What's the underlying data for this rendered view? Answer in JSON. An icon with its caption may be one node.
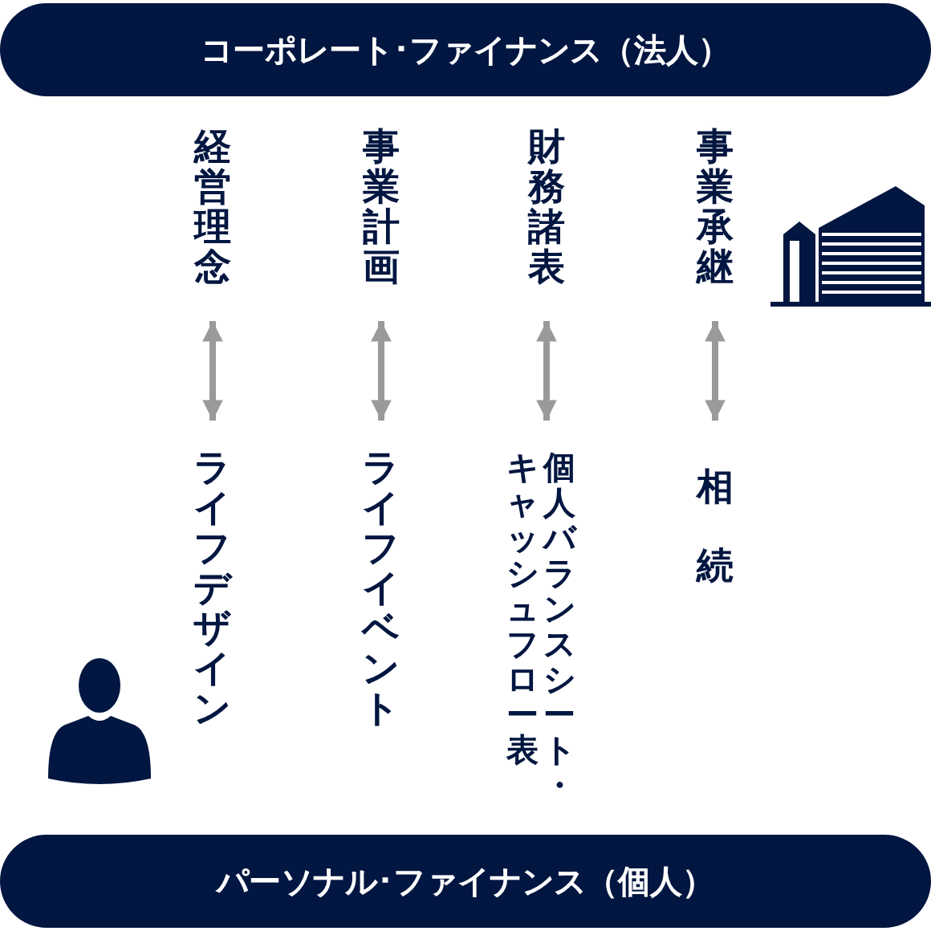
{
  "diagram": {
    "nodes": [
      {
        "text": [
          "コーポレート･ファイナンス（法人）"
        ]
      },
      {
        "text": [
          "経営理念"
        ]
      },
      {
        "text": [
          "事業計画"
        ]
      },
      {
        "text": [
          "財務諸表"
        ]
      },
      {
        "text": [
          "事業承継"
        ]
      },
      {
        "text": [
          "ライフデザイン"
        ]
      },
      {
        "text": [
          "ライフイベント"
        ]
      },
      {
        "text": [
          "個人バランスシート・キャッシュフロー表"
        ]
      },
      {
        "text": [
          "相続"
        ]
      },
      {
        "text": [
          "パーソナル･ファイナンス（個人）"
        ]
      }
    ],
    "edges": [
      {
        "from": 1,
        "to": 5,
        "arrow": "both"
      },
      {
        "from": 2,
        "to": 6,
        "arrow": "both"
      },
      {
        "from": 3,
        "to": 7,
        "arrow": "both"
      },
      {
        "from": 4,
        "to": 8,
        "arrow": "both"
      }
    ]
  }
}
